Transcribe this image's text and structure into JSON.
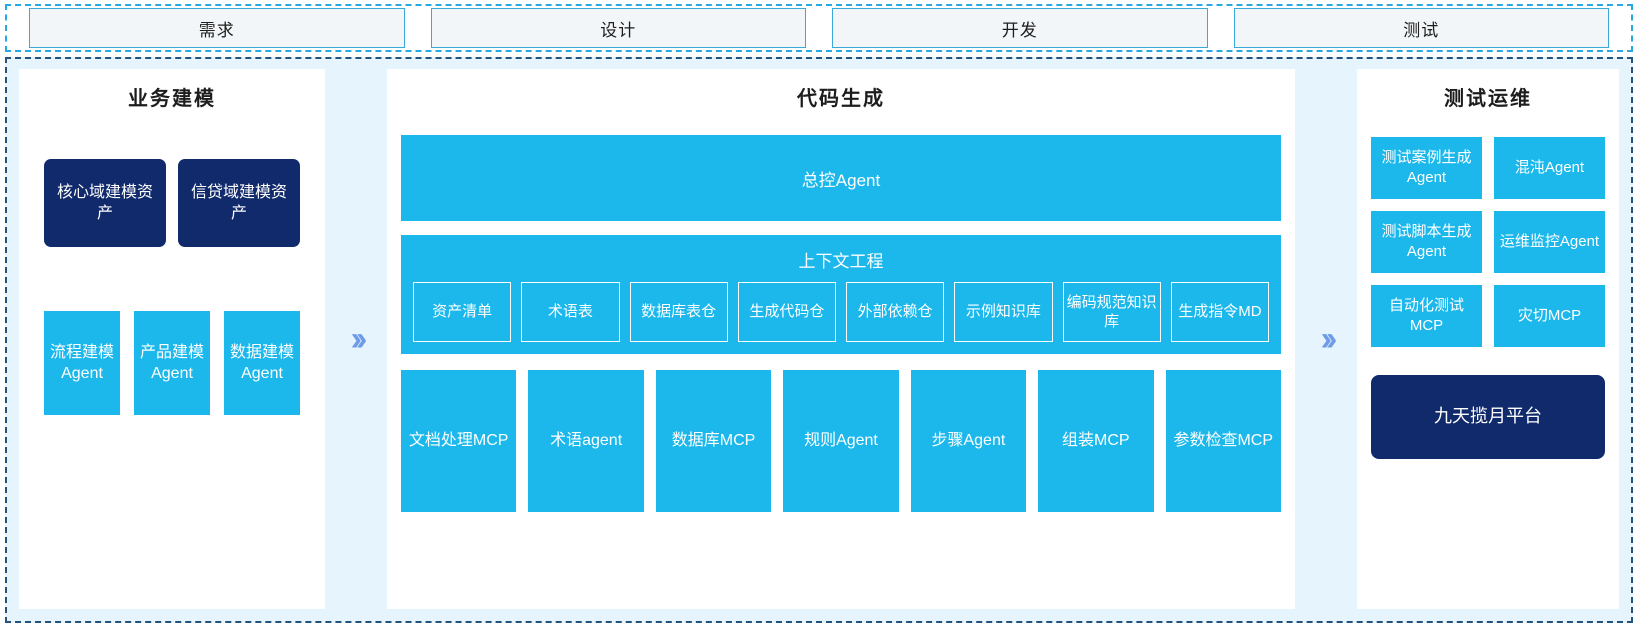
{
  "phases": {
    "items": [
      {
        "label": "需求"
      },
      {
        "label": "设计"
      },
      {
        "label": "开发"
      },
      {
        "label": "测试"
      }
    ]
  },
  "separators": {
    "chevron_glyph": "››"
  },
  "colors": {
    "cyan": "#1cb8ec",
    "navy": "#102a6b",
    "panel_bg": "#e6f4fd",
    "phase_border": "#3aa8d8",
    "chevron": "#6f9ce8"
  },
  "panels": {
    "left": {
      "title": "业务建模",
      "assets": [
        {
          "label": "核心域建模资产"
        },
        {
          "label": "信贷域建模资产"
        }
      ],
      "agents": [
        {
          "label": "流程建模Agent"
        },
        {
          "label": "产品建模Agent"
        },
        {
          "label": "数据建模Agent"
        }
      ]
    },
    "center": {
      "title": "代码生成",
      "master_agent": "总控Agent",
      "context": {
        "title": "上下文工程",
        "items": [
          {
            "label": "资产清单"
          },
          {
            "label": "术语表"
          },
          {
            "label": "数据库表仓"
          },
          {
            "label": "生成代码仓"
          },
          {
            "label": "外部依赖仓"
          },
          {
            "label": "示例知识库"
          },
          {
            "label": "编码规范知识库"
          },
          {
            "label": "生成指令MD"
          }
        ]
      },
      "tools": [
        {
          "label": "文档处理MCP"
        },
        {
          "label": "术语agent"
        },
        {
          "label": "数据库MCP"
        },
        {
          "label": "规则Agent"
        },
        {
          "label": "步骤Agent"
        },
        {
          "label": "组装MCP"
        },
        {
          "label": "参数检查MCP"
        }
      ]
    },
    "right": {
      "title": "测试运维",
      "agents": [
        {
          "label": "测试案例生成Agent"
        },
        {
          "label": "混沌Agent"
        },
        {
          "label": "测试脚本生成Agent"
        },
        {
          "label": "运维监控Agent"
        },
        {
          "label": "自动化测试MCP"
        },
        {
          "label": "灾切MCP"
        }
      ],
      "platform": "九天揽月平台"
    }
  }
}
